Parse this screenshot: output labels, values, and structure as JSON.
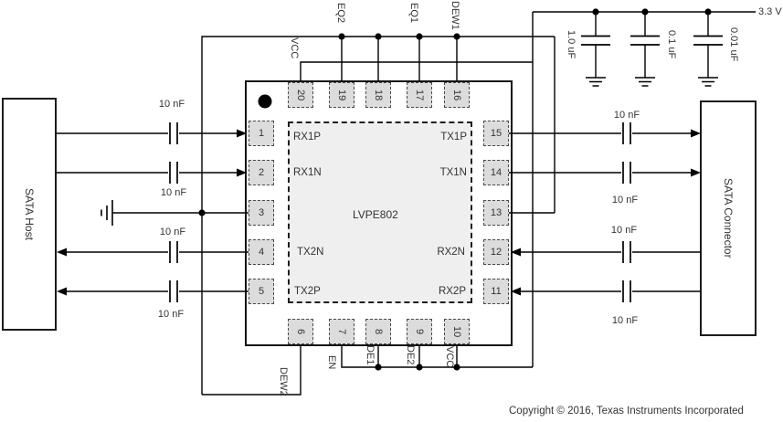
{
  "diagram": {
    "chip": {
      "part_number": "LVPE802",
      "pin_numbers": [
        "1",
        "2",
        "3",
        "4",
        "5",
        "6",
        "7",
        "8",
        "9",
        "10",
        "11",
        "12",
        "13",
        "14",
        "15",
        "16",
        "17",
        "18",
        "19",
        "20"
      ],
      "port_labels": {
        "rx1p": "RX1P",
        "rx1n": "RX1N",
        "tx2n": "TX2N",
        "tx2p": "TX2P",
        "tx1p": "TX1P",
        "tx1n": "TX1N",
        "rx2n": "RX2N",
        "rx2p": "RX2P"
      }
    },
    "blocks": {
      "host": "SATA Host",
      "connector": "SATA Connector"
    },
    "control_signals": {
      "vcc_top": "VCC",
      "eq2": "EQ2",
      "eq1": "EQ1",
      "dew1": "DEW1",
      "dew2": "DEW2",
      "en": "EN",
      "de1": "DE1",
      "de2": "DE2",
      "vcc_bottom": "VCC"
    },
    "capacitors": {
      "coupling": "10 nF",
      "bulk": "1.0 uF",
      "mid": "0.1 uF",
      "small": "0.01 uF"
    },
    "power_rail": "3.3 V",
    "copyright": "Copyright © 2016, Texas Instruments Incorporated",
    "colors": {
      "line": "#000000",
      "pin_fill": "#dcdcdc",
      "die_fill": "#efefef"
    }
  }
}
